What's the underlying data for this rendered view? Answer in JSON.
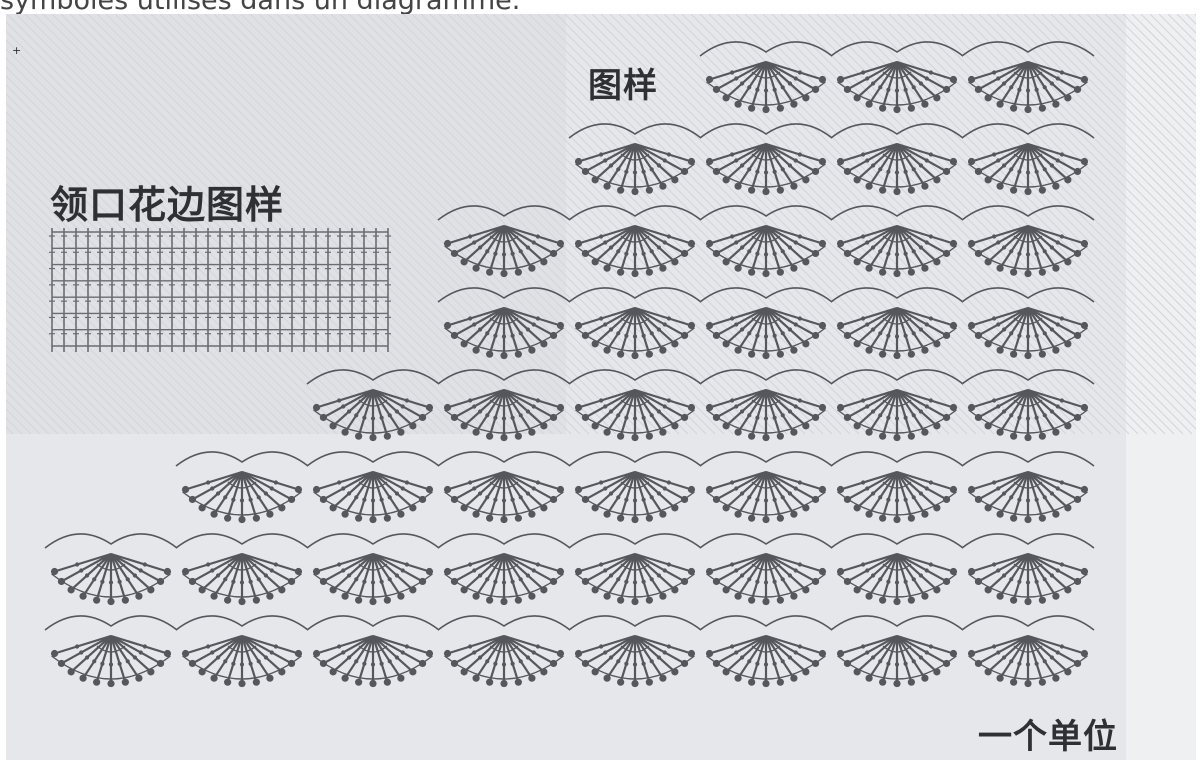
{
  "caption": "symboles utilisés dans un diagramme.",
  "diagram": {
    "label_pattern": "图样",
    "label_collar": "领口花边图样",
    "label_unit": "一个单位",
    "corner_mark": "+",
    "colors": {
      "paper": "#e6e7ea",
      "ink": "#55575c",
      "ink_dark": "#2f3033",
      "grid": "#6a6c71"
    },
    "fan_rows": [
      {
        "row": 1,
        "fans": 3
      },
      {
        "row": 2,
        "fans": 4
      },
      {
        "row": 3,
        "fans": 5
      },
      {
        "row": 4,
        "fans": 5
      },
      {
        "row": 5,
        "fans": 6
      },
      {
        "row": 6,
        "fans": 7
      },
      {
        "row": 7,
        "fans": 8
      },
      {
        "row": 8,
        "fans": 8
      }
    ]
  }
}
